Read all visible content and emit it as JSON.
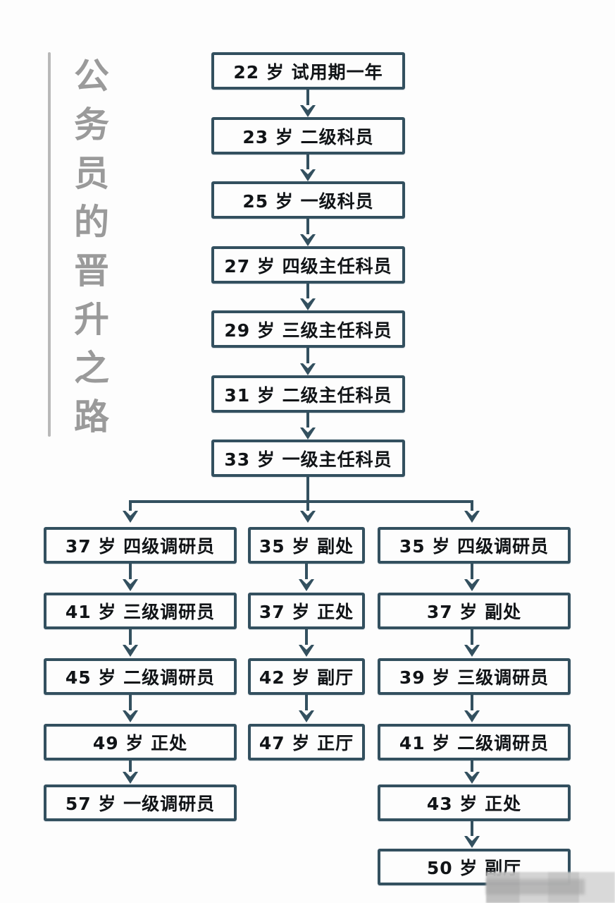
{
  "title": {
    "text": "公务员的晋升之路",
    "rule_color": "#b9b9b9",
    "text_color": "#9a9a9a"
  },
  "theme": {
    "background": "#fdfdfd",
    "box_border": "#33505f",
    "box_fill": "#fdfdfd",
    "text_color": "#111417",
    "connector": "#33505f"
  },
  "chart_data": {
    "type": "diagram",
    "title": "公务员的晋升之路",
    "description": "Civil servant promotion path flowchart: a single trunk of seven stages that splits into three parallel career tracks.",
    "trunk": [
      {
        "age": "22 岁",
        "rank": "试用期一年",
        "label": "22 岁  试用期一年"
      },
      {
        "age": "23 岁",
        "rank": "二级科员",
        "label": "23 岁  二级科员"
      },
      {
        "age": "25 岁",
        "rank": "一级科员",
        "label": "25 岁  一级科员"
      },
      {
        "age": "27 岁",
        "rank": "四级主任科员",
        "label": "27 岁  四级主任科员"
      },
      {
        "age": "29 岁",
        "rank": "三级主任科员",
        "label": "29 岁  三级主任科员"
      },
      {
        "age": "31 岁",
        "rank": "二级主任科员",
        "label": "31 岁  二级主任科员"
      },
      {
        "age": "33 岁",
        "rank": "一级主任科员",
        "label": "33 岁  一级主任科员"
      }
    ],
    "branches": [
      {
        "name": "left-track",
        "steps": [
          {
            "age": "37 岁",
            "rank": "四级调研员",
            "label": "37 岁  四级调研员"
          },
          {
            "age": "41 岁",
            "rank": "三级调研员",
            "label": "41 岁  三级调研员"
          },
          {
            "age": "45 岁",
            "rank": "二级调研员",
            "label": "45 岁  二级调研员"
          },
          {
            "age": "49 岁",
            "rank": "正处",
            "label": "49 岁  正处"
          },
          {
            "age": "57 岁",
            "rank": "一级调研员",
            "label": "57 岁  一级调研员"
          }
        ]
      },
      {
        "name": "middle-track",
        "steps": [
          {
            "age": "35 岁",
            "rank": "副处",
            "label": "35 岁  副处"
          },
          {
            "age": "37 岁",
            "rank": "正处",
            "label": "37 岁  正处"
          },
          {
            "age": "42 岁",
            "rank": "副厅",
            "label": "42 岁  副厅"
          },
          {
            "age": "47 岁",
            "rank": "正厅",
            "label": "47 岁  正厅"
          }
        ]
      },
      {
        "name": "right-track",
        "steps": [
          {
            "age": "35 岁",
            "rank": "四级调研员",
            "label": "35 岁  四级调研员"
          },
          {
            "age": "37 岁",
            "rank": "副处",
            "label": "37 岁  副处"
          },
          {
            "age": "39 岁",
            "rank": "三级调研员",
            "label": "39 岁  三级调研员"
          },
          {
            "age": "41 岁",
            "rank": "二级调研员",
            "label": "41 岁  二级调研员"
          },
          {
            "age": "43 岁",
            "rank": "正处",
            "label": "43 岁  正处"
          },
          {
            "age": "50 岁",
            "rank": "副厅",
            "label": "50 岁  副厅"
          }
        ]
      }
    ]
  }
}
